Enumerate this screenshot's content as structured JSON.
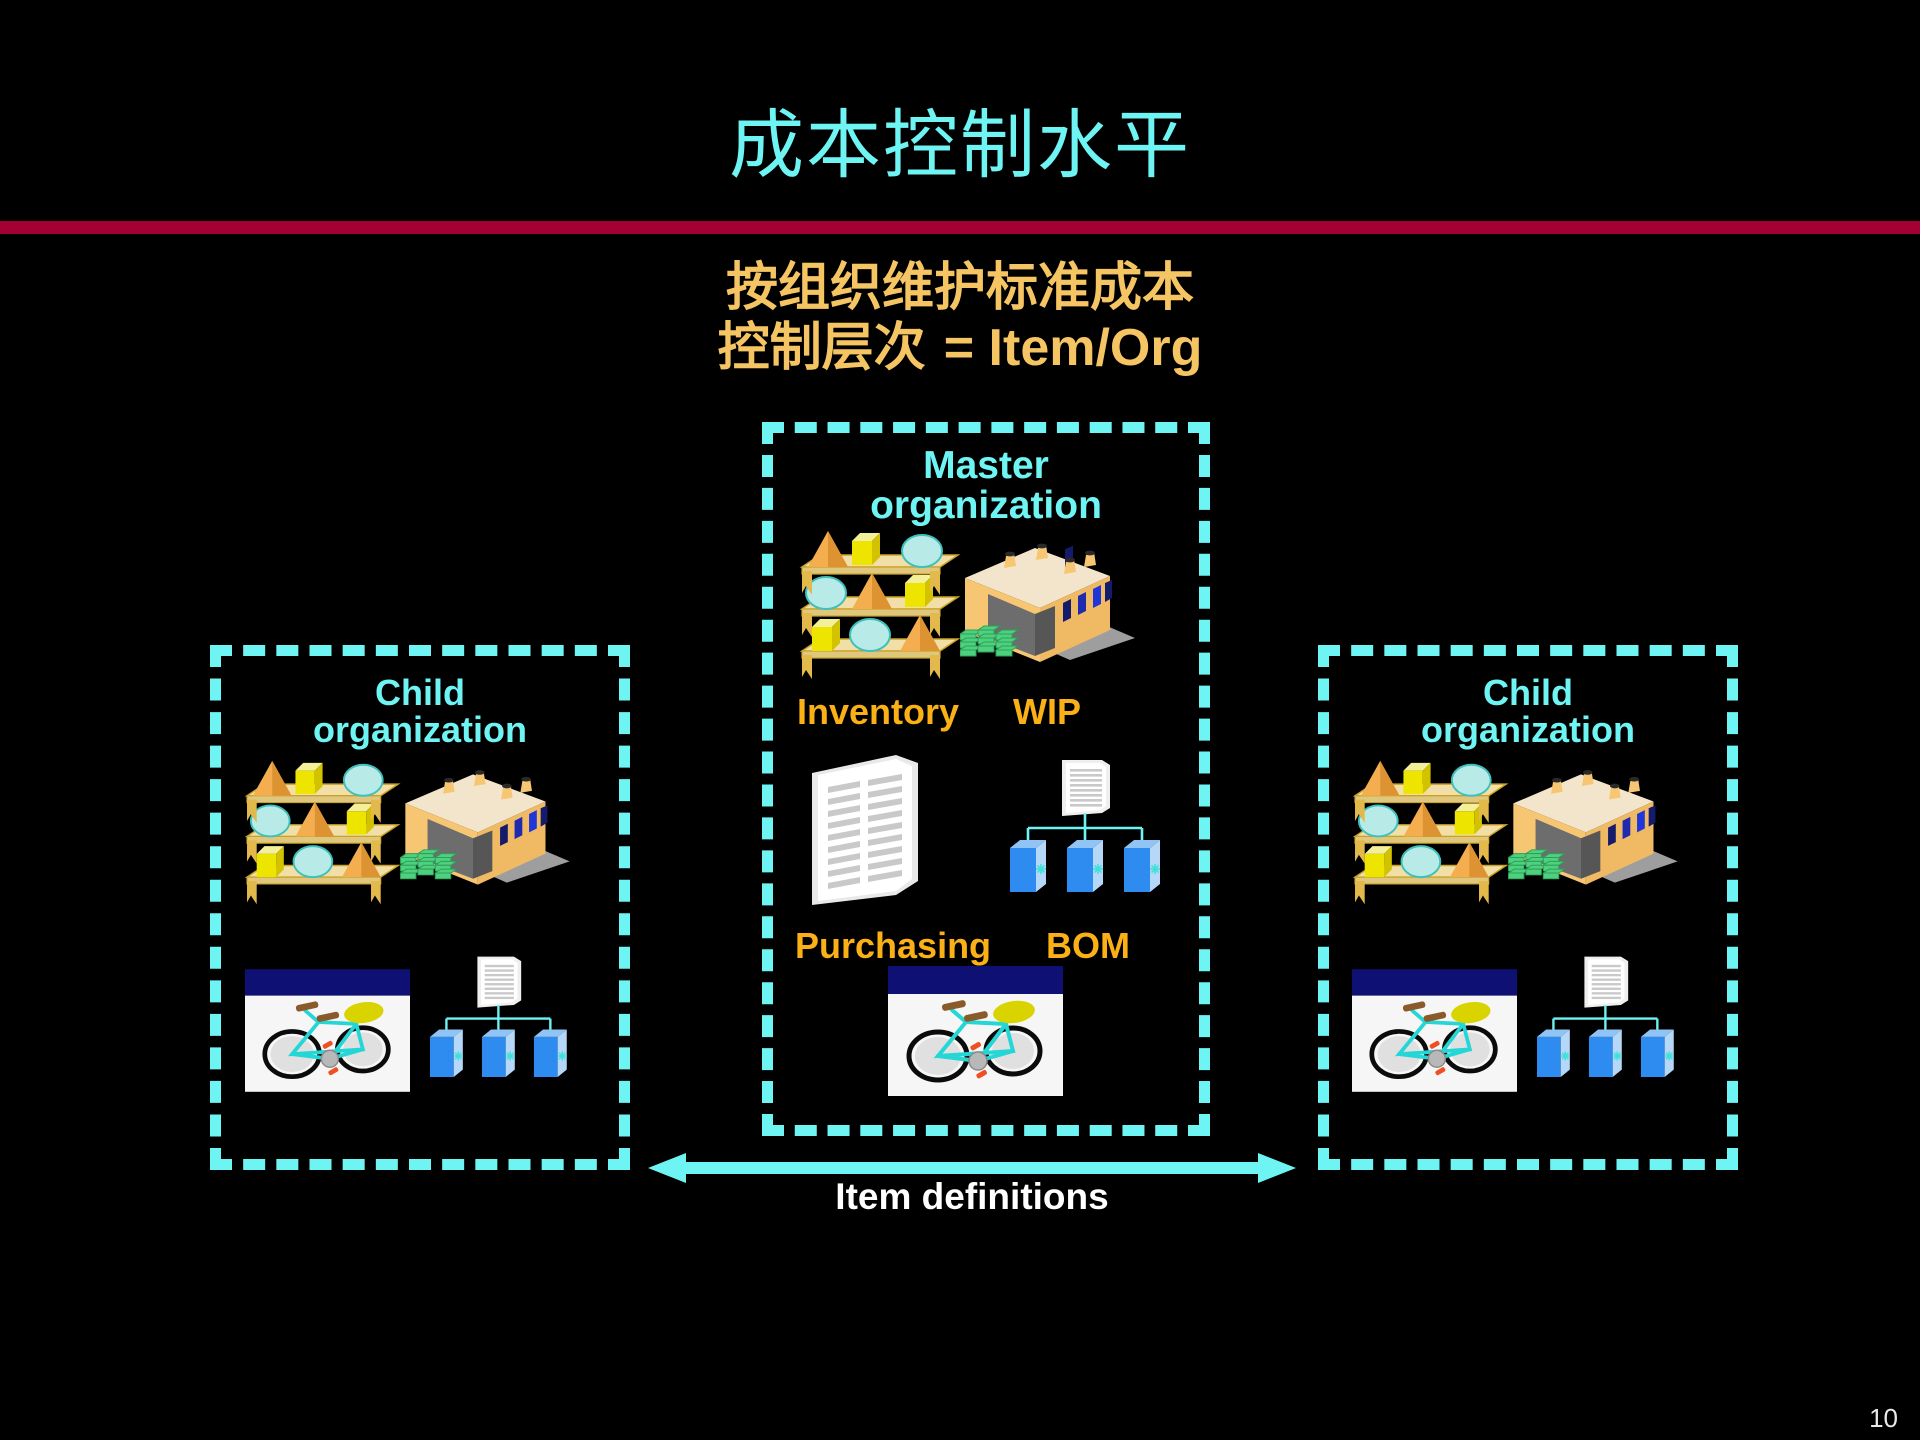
{
  "slide": {
    "title": "成本控制水平",
    "page_number": "10",
    "accent_cyan": "#6FF4F4",
    "accent_orange": "#FBB016",
    "accent_tan": "#F5C563",
    "rule_color": "#A50034",
    "background": "#000000"
  },
  "subtitle": {
    "line1": "按组织维护标准成本",
    "line2_cn": "控制层次 ",
    "line2_en": "= Item/Org"
  },
  "master": {
    "label_line1": "Master",
    "label_line2": "organization",
    "modules": {
      "inventory": "Inventory",
      "wip": "WIP",
      "purchasing": "Purchasing",
      "bom": "BOM"
    }
  },
  "child_left": {
    "label_line1": "Child",
    "label_line2": "organization"
  },
  "child_right": {
    "label_line1": "Child",
    "label_line2": "organization"
  },
  "item_definitions": {
    "label": "Item definitions"
  },
  "icons": {
    "shelf": "inventory-shelf-icon",
    "warehouse": "warehouse-building-icon",
    "money": "money-stack-icon",
    "document": "document-icon",
    "bom_tree": "bom-tree-icon",
    "bicycle": "bicycle-picture-icon"
  }
}
